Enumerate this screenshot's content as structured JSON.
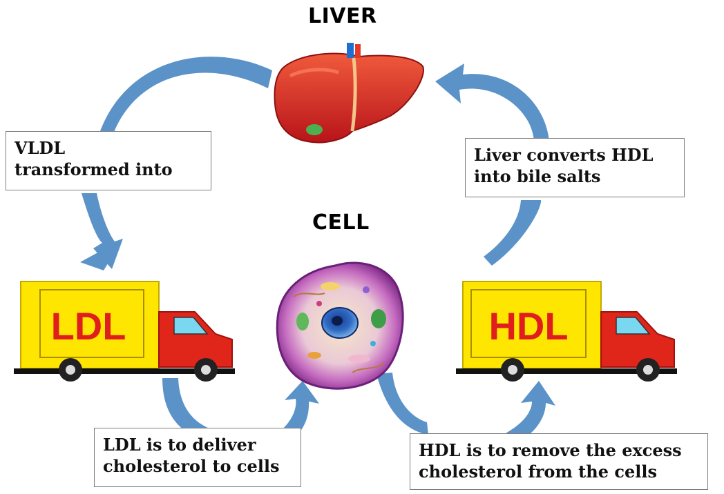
{
  "headings": {
    "liver": "LIVER",
    "cell": "CELL"
  },
  "trucks": {
    "ldl_label": "LDL",
    "hdl_label": "HDL"
  },
  "notes": {
    "vldl": [
      "VLDL",
      "transformed into"
    ],
    "liver_converts": [
      "Liver converts HDL",
      "into bile salts"
    ],
    "ldl_deliver": [
      "LDL is to deliver",
      "cholesterol to cells"
    ],
    "hdl_remove": [
      "HDL is to remove the excess",
      "cholesterol from the cells"
    ]
  },
  "colors": {
    "arrow": "#5b93c9",
    "truck_cargo": "#ffe600",
    "truck_cab": "#e0261b",
    "truck_label": "#e01e1e",
    "liver": "#d8231c",
    "cell_membrane": "#9a3aa0"
  }
}
